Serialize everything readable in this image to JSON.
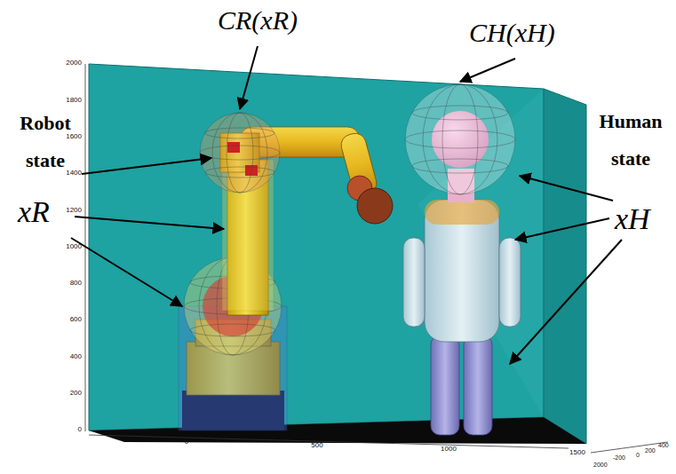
{
  "diagram": {
    "labels": [
      "CR(xR)",
      "CH(xH)",
      "Robot state",
      "xR",
      "Human state",
      "xH",
      "2000",
      "1800",
      "1600",
      "1400",
      "1200",
      "1000",
      "800",
      "600",
      "400",
      "200",
      "0",
      "0",
      "500",
      "1000",
      "1500",
      "2000",
      "-200",
      "0",
      "200",
      "400"
    ]
  }
}
